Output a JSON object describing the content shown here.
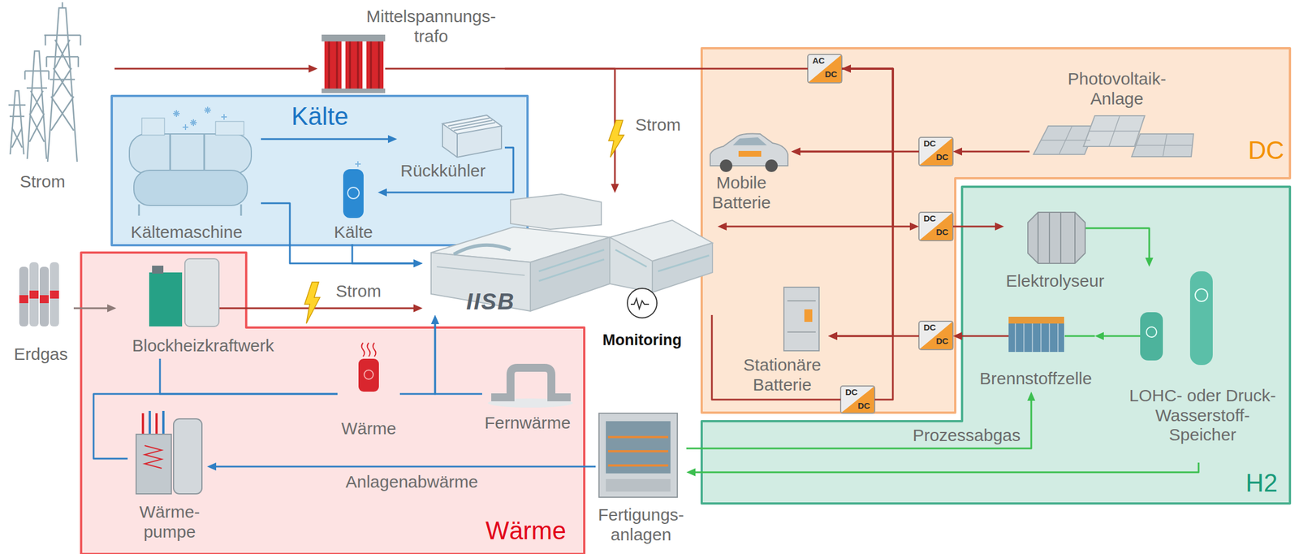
{
  "diagram": {
    "nodes": [
      {
        "text": [
          "Strom"
        ]
      },
      {
        "text": [
          "Mittelspannungs- trafo"
        ]
      },
      {
        "text": [
          "Kälte"
        ]
      },
      {
        "text": [
          "Kältemaschine"
        ],
        "in": 2
      },
      {
        "text": [
          "Rückkühler"
        ],
        "in": 2
      },
      {
        "text": [
          "Kälte"
        ],
        "in": 2
      },
      {
        "text": [
          "Erdgas"
        ]
      },
      {
        "text": [
          "Wärme"
        ]
      },
      {
        "text": [
          "Blockheizkraftwerk"
        ],
        "in": 7
      },
      {
        "text": [
          "Wärme"
        ],
        "in": 7
      },
      {
        "text": [
          "Fernwärme"
        ],
        "in": 7
      },
      {
        "text": [
          "Wärme- pumpe"
        ],
        "in": 7
      },
      {
        "text": [
          "IISB"
        ]
      },
      {
        "text": [
          "Monitoring"
        ]
      },
      {
        "text": [
          "Fertigungs- anlagen"
        ]
      },
      {
        "text": [
          "DC"
        ]
      },
      {
        "text": [
          "AC",
          "DC"
        ],
        "in": 15
      },
      {
        "text": [
          "Photovoltaik- Anlage"
        ],
        "in": 15
      },
      {
        "text": [
          "DC",
          "DC"
        ],
        "in": 15
      },
      {
        "text": [
          "Mobile Batterie"
        ],
        "in": 15
      },
      {
        "text": [
          "DC",
          "DC"
        ],
        "in": 15
      },
      {
        "text": [
          "Stationäre Batterie"
        ],
        "in": 15
      },
      {
        "text": [
          "DC",
          "DC"
        ],
        "in": 15
      },
      {
        "text": [
          "DC",
          "DC"
        ],
        "in": 15
      },
      {
        "text": [
          "H2"
        ]
      },
      {
        "text": [
          "Elektrolyseur"
        ],
        "in": 24
      },
      {
        "text": [
          "Brennstoffzelle"
        ],
        "in": 24
      },
      {
        "text": [
          "LOHC- oder Druck- Wasserstoff- Speicher"
        ],
        "in": 24
      }
    ],
    "edges": [
      {
        "from": 0,
        "to": 1,
        "arrow": "to"
      },
      {
        "from": 1,
        "to": 12,
        "label": "Strom",
        "arrow": "to"
      },
      {
        "from": 1,
        "to": 16,
        "arrow": "none"
      },
      {
        "from": 3,
        "to": 4,
        "arrow": "to"
      },
      {
        "from": 4,
        "to": 5,
        "arrow": "to"
      },
      {
        "from": 3,
        "to": 12,
        "arrow": "to"
      },
      {
        "from": 5,
        "to": 12,
        "arrow": "to"
      },
      {
        "from": 6,
        "to": 8,
        "arrow": "to"
      },
      {
        "from": 8,
        "to": 12,
        "label": "Strom",
        "arrow": "to"
      },
      {
        "from": 8,
        "to": 9,
        "arrow": "none"
      },
      {
        "from": 11,
        "to": 9,
        "arrow": "none"
      },
      {
        "from": 9,
        "to": 12,
        "arrow": "to"
      },
      {
        "from": 10,
        "to": 12,
        "arrow": "to"
      },
      {
        "from": 14,
        "to": 11,
        "label": "Anlagenabwärme",
        "arrow": "to"
      },
      {
        "from": 17,
        "to": 18,
        "arrow": "to"
      },
      {
        "from": 18,
        "to": 19,
        "arrow": "to"
      },
      {
        "from": 16,
        "to": 19,
        "arrow": "both"
      },
      {
        "from": 16,
        "to": 12,
        "arrow": "to"
      },
      {
        "from": 16,
        "to": 20,
        "arrow": "to"
      },
      {
        "from": 20,
        "to": 25,
        "arrow": "to"
      },
      {
        "from": 16,
        "to": 21,
        "arrow": "both"
      },
      {
        "from": 22,
        "to": 21,
        "arrow": "to"
      },
      {
        "from": 26,
        "to": 22,
        "arrow": "to"
      },
      {
        "from": 16,
        "to": 23,
        "arrow": "none"
      },
      {
        "from": 23,
        "to": 12,
        "arrow": "none"
      },
      {
        "from": 25,
        "to": 27,
        "arrow": "to"
      },
      {
        "from": 27,
        "to": 26,
        "arrow": "to"
      },
      {
        "from": 14,
        "to": 26,
        "label": "Prozessabgas",
        "arrow": "to"
      },
      {
        "from": 27,
        "to": 14,
        "arrow": "to"
      }
    ]
  }
}
